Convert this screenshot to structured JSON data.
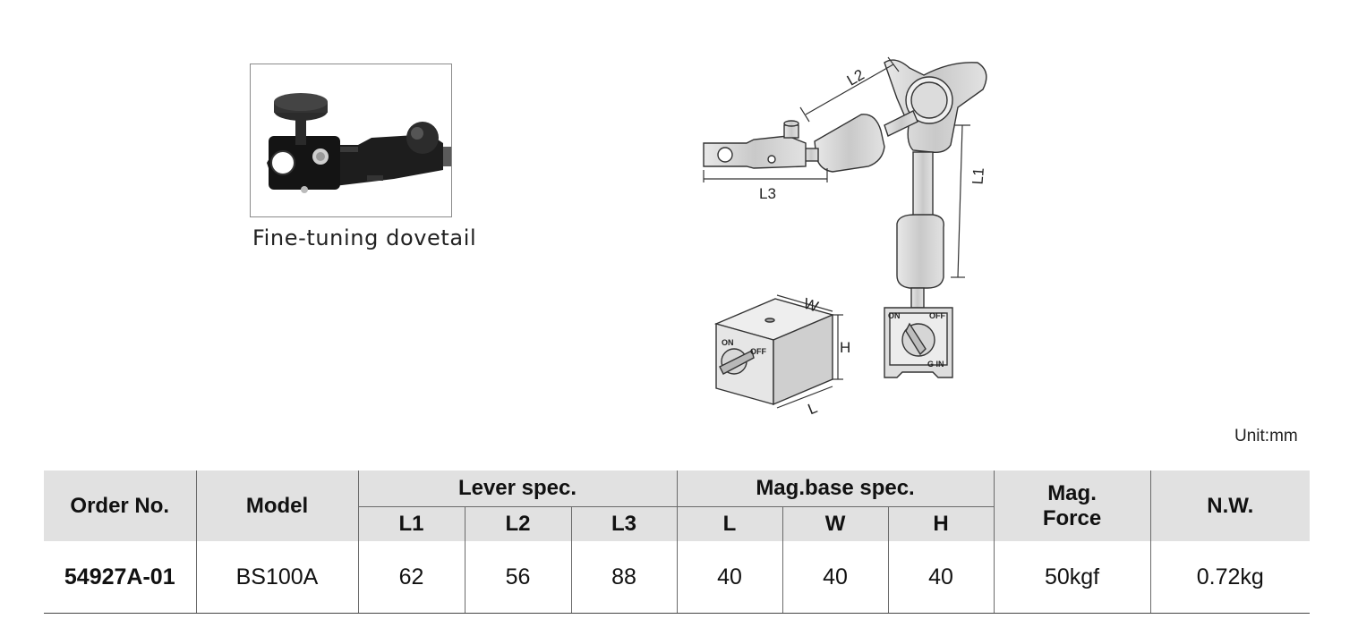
{
  "photo": {
    "caption": "Fine-tuning dovetail"
  },
  "diagram": {
    "labels": {
      "l1": "L1",
      "l2": "L2",
      "l3": "L3",
      "w": "W",
      "h": "H",
      "l": "L",
      "on_left": "ON",
      "off_left": "OFF",
      "on_right": "ON",
      "off_right": "OFF",
      "gin": "G IN"
    }
  },
  "unit_label": "Unit:mm",
  "table": {
    "headers": {
      "order_no": "Order No.",
      "model": "Model",
      "lever_spec": "Lever spec.",
      "mag_base_spec": "Mag.base spec.",
      "mag_force_line1": "Mag.",
      "mag_force_line2": "Force",
      "nw": "N.W.",
      "l1": "L1",
      "l2": "L2",
      "l3": "L3",
      "l": "L",
      "w": "W",
      "h": "H"
    },
    "rows": [
      {
        "order_no": "54927A-01",
        "model": "BS100A",
        "l1": "62",
        "l2": "56",
        "l3": "88",
        "l": "40",
        "w": "40",
        "h": "40",
        "mag_force": "50kgf",
        "nw": "0.72kg"
      }
    ]
  }
}
